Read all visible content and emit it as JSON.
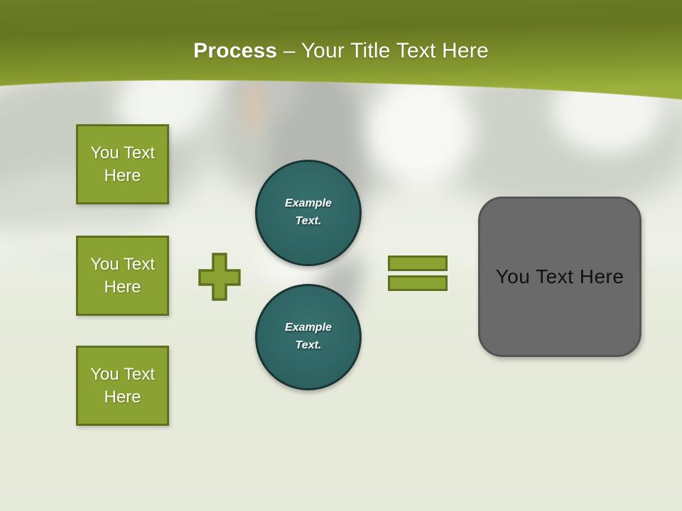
{
  "title": {
    "emphasis": "Process",
    "rest": " – Your Title Text Here"
  },
  "left_boxes": [
    {
      "label": "You Text Here"
    },
    {
      "label": "You Text Here"
    },
    {
      "label": "You Text Here"
    }
  ],
  "circles": [
    {
      "label": "Example Text."
    },
    {
      "label": "Example Text."
    }
  ],
  "result_box": {
    "label": "You Text Here"
  },
  "icons": {
    "plus": "plus-icon",
    "equals": "equals-icon"
  },
  "background": {
    "description": "blurred golf course photo with golfer"
  },
  "colors": {
    "header_green_top": "#66781f",
    "header_green_bottom": "#9ab13c",
    "accent_green": "#89a232",
    "olive_border": "#5f701f",
    "teal_fill": "#2f6665",
    "teal_border": "#1b3433",
    "gray_fill": "#6a6a6a",
    "gray_border": "#545454",
    "grass": "#d6dcc1",
    "title_text": "#ffffff"
  }
}
